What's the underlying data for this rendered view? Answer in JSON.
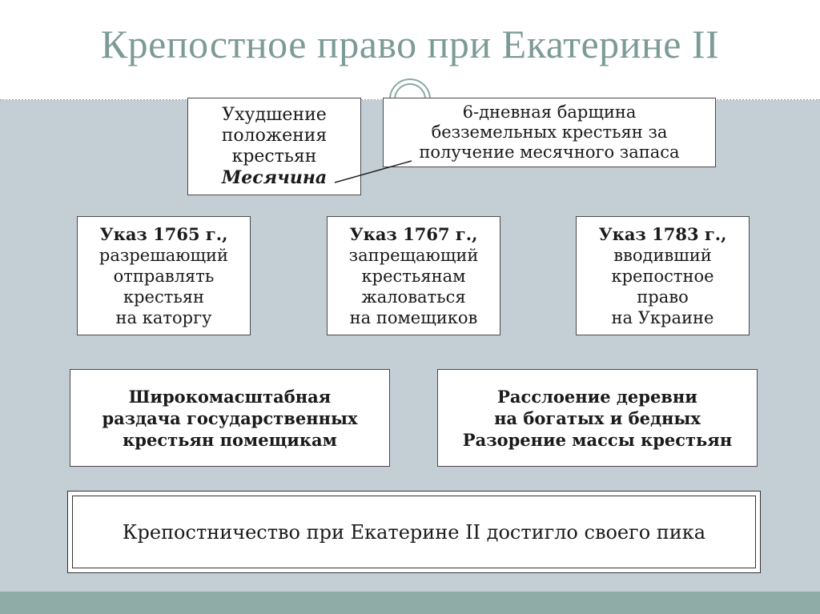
{
  "slide": {
    "title": "Крепостное право при Екатерине II"
  },
  "boxes": {
    "worsening": {
      "lines": [
        "Ухудшение",
        "положения",
        "крестьян"
      ],
      "emphasis": "Месячина"
    },
    "barshchina": {
      "lines": [
        "6-дневная барщина",
        "безземельных крестьян за",
        "получение месячного запаса"
      ]
    },
    "decrees": [
      {
        "heading": "Указ 1765 г.,",
        "lines": [
          "разрешающий",
          "отправлять",
          "крестьян",
          "на каторгу"
        ]
      },
      {
        "heading": "Указ 1767 г.,",
        "lines": [
          "запрещающий",
          "крестьянам",
          "жаловаться",
          "на помещиков"
        ]
      },
      {
        "heading": "Указ 1783 г.,",
        "lines": [
          "вводивший",
          "крепостное",
          "право",
          "на Украине"
        ]
      }
    ],
    "distribution": {
      "lines": [
        "Широкомасштабная",
        "раздача государственных",
        "крестьян помещикам"
      ]
    },
    "stratification": {
      "lines": [
        "Расслоение деревни",
        "на богатых и бедных",
        "Разорение массы крестьян"
      ]
    },
    "conclusion": {
      "text": "Крепостничество при Екатерине II достигло своего пика"
    }
  },
  "colors": {
    "title": "#7d9b96",
    "background": "#c4ced5",
    "footer": "#90aca7",
    "box_border": "#4a4a4a"
  }
}
